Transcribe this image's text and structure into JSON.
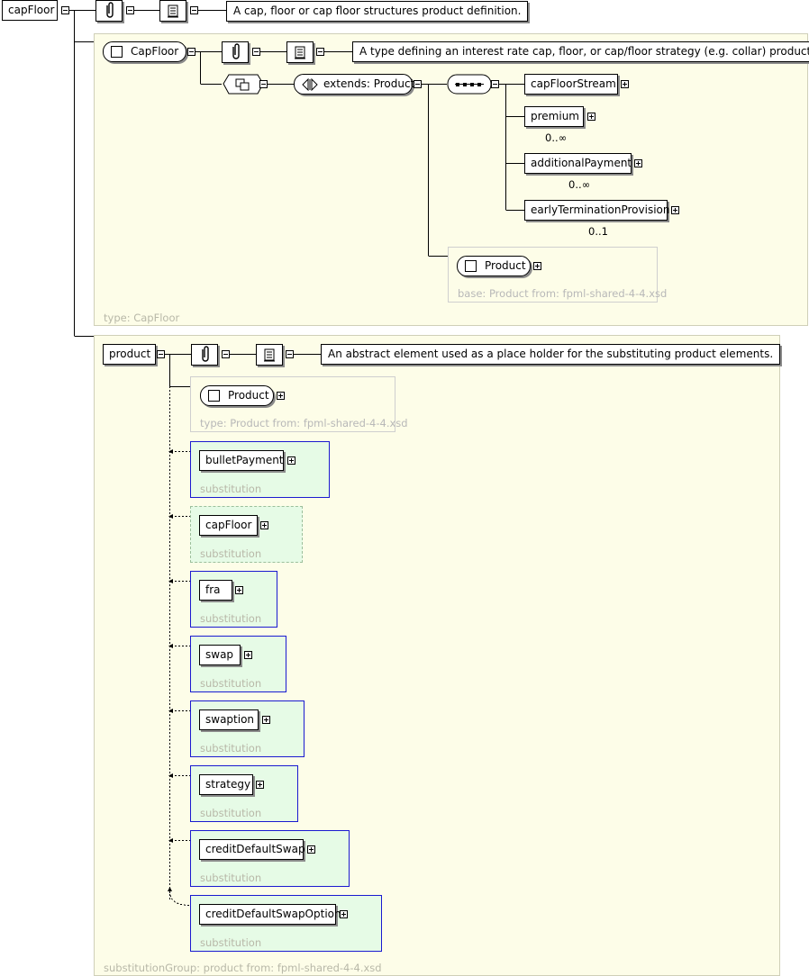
{
  "root": {
    "name": "capFloor",
    "annotation": "A cap, floor or cap floor structures product definition."
  },
  "type_region": {
    "label": "type: CapFloor",
    "type_name": "CapFloor",
    "annotation": "A type defining an interest rate cap, floor, or cap/floor strategy (e.g. collar) product.",
    "extends_label": "extends: Product",
    "sequence_children": [
      {
        "name": "capFloorStream",
        "occurs": ""
      },
      {
        "name": "premium",
        "occurs": "0..∞"
      },
      {
        "name": "additionalPayment",
        "occurs": "0..∞"
      },
      {
        "name": "earlyTerminationProvision",
        "occurs": "0..1"
      }
    ],
    "base_card": {
      "name": "Product",
      "label": "base: Product from: fpml-shared-4-4.xsd"
    }
  },
  "product_region": {
    "label": "substitutionGroup: product from: fpml-shared-4-4.xsd",
    "element_name": "product",
    "annotation": "An abstract element used as a place holder for the substituting product elements.",
    "type_card": {
      "name": "Product",
      "label": "type: Product from: fpml-shared-4-4.xsd"
    },
    "substitution_label": "substitution",
    "substitutions": [
      {
        "name": "bulletPayment"
      },
      {
        "name": "capFloor"
      },
      {
        "name": "fra"
      },
      {
        "name": "swap"
      },
      {
        "name": "swaption"
      },
      {
        "name": "strategy"
      },
      {
        "name": "creditDefaultSwap"
      },
      {
        "name": "creditDefaultSwapOption"
      }
    ]
  },
  "icons": {
    "annotation": "paperclip-icon",
    "documentation": "scroll-icon",
    "sequence": "sequence-icon",
    "extension": "extension-icon",
    "complex_type": "checkbox-icon"
  },
  "colors": {
    "region_bg": "#fdfde8",
    "substitution_bg": "#e6fbe6",
    "substitution_border": "#1a1ad0",
    "muted_text": "#b8b8a8"
  }
}
